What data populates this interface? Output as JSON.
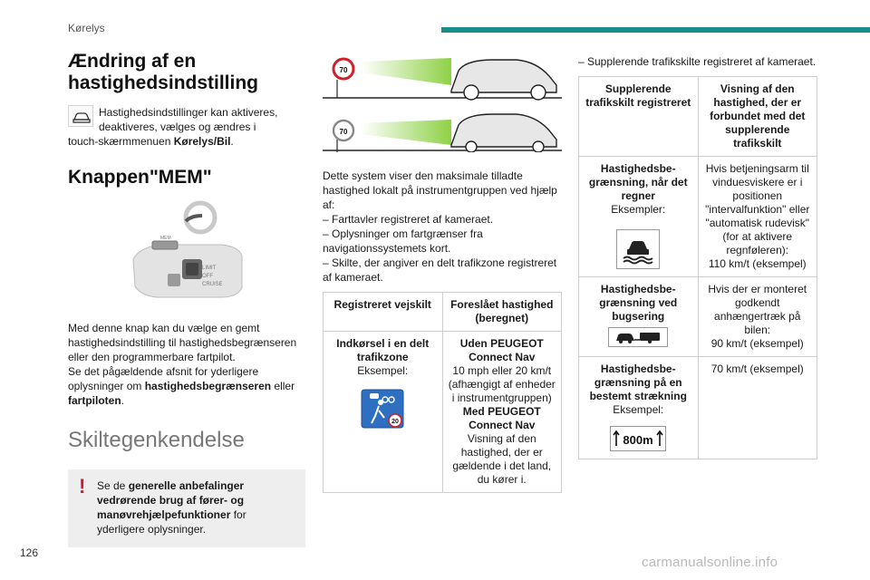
{
  "header": {
    "section": "Kørelys"
  },
  "page_number": "126",
  "watermark": "carmanualsonline.info",
  "col1": {
    "title1": "Ændring af en hastighedsindstilling",
    "info_text": "Hastighedsindstillinger kan aktiveres, deaktiveres, vælges og ændres i",
    "info_text_tail": "touch-skærmmenuen ",
    "info_menu": "Kørelys/Bil",
    "info_end": ".",
    "title2": "Knappen\"MEM\"",
    "illus_labels": {
      "mem": "MEM",
      "limit": "LIMIT",
      "off": "OFF",
      "cruise": "CRUISE"
    },
    "para1": "Med denne knap kan du vælge en gemt hastighedsindstilling til hastighedsbegrænseren eller den programmerbare fartpilot.",
    "para2_a": "Se det pågældende afsnit for yderligere oplysninger om ",
    "para2_b": "hastighedsbegrænseren",
    "para2_c": " eller ",
    "para2_d": "fartpiloten",
    "para2_e": ".",
    "title3": "Skiltegenkendelse",
    "warn_a": "Se de ",
    "warn_b": "generelle anbefalinger vedrørende brug af fører- og manøvrehjælpefunktioner",
    "warn_c": " for yderligere oplysninger."
  },
  "col2": {
    "sign1": "70",
    "sign2": "70",
    "intro": "Dette system viser den maksimale tilladte hastighed lokalt på instrumentgruppen ved hjælp af:",
    "bullets": [
      "– Farttavler registreret af kameraet.",
      "– Oplysninger om fartgrænser fra navigationssystemets kort.",
      "– Skilte, der angiver en delt trafikzone registreret af kameraet."
    ],
    "table": {
      "head1": "Registreret vejskilt",
      "head2": "Foreslået hastighed (beregnet)",
      "r1c1_bold": "Indkørsel i en delt trafikzone",
      "r1c1_plain": "Eksempel:",
      "r1_sign": "20",
      "r1c2": [
        {
          "t": "Uden PEUGEOT Connect Nav",
          "b": true
        },
        {
          "t": "10 mph eller 20 km/t (afhængigt af enheder i instrumentgruppen)",
          "b": false
        },
        {
          "t": "Med PEUGEOT Connect Nav",
          "b": true
        },
        {
          "t": "Visning af den hastighed, der er gældende i det land, du kører i.",
          "b": false
        }
      ]
    }
  },
  "col3": {
    "intro": "– Supplerende trafikskilte registreret af kameraet.",
    "table": {
      "head1": "Supplerende trafikskilt registreret",
      "head2": "Visning af den hastighed, der er forbundet med det supplerende trafikskilt",
      "r1c1_bold": "Hastighedsbe­grænsning, når det regner",
      "r1c1_plain": "Eksempler:",
      "r1c2": "Hvis betjeningsarm til vinduesviskere er i positionen \"intervalfunktion\" eller \"automatisk rudevisk\" (for at aktivere regnføleren):",
      "r1c2_b": "110 km/t (eksempel)",
      "r2c1_bold": "Hastighedsbe­grænsning ved bugsering",
      "r2c2": "Hvis der er monteret godkendt anhængertræk på bilen:",
      "r2c2_b": "90 km/t (eksempel)",
      "r3c1_bold": "Hastighedsbe­grænsning på en bestemt strækning",
      "r3c1_plain": "Eksempel:",
      "r3_sign": "800m",
      "r3c2": "70 km/t (eksempel)"
    }
  }
}
